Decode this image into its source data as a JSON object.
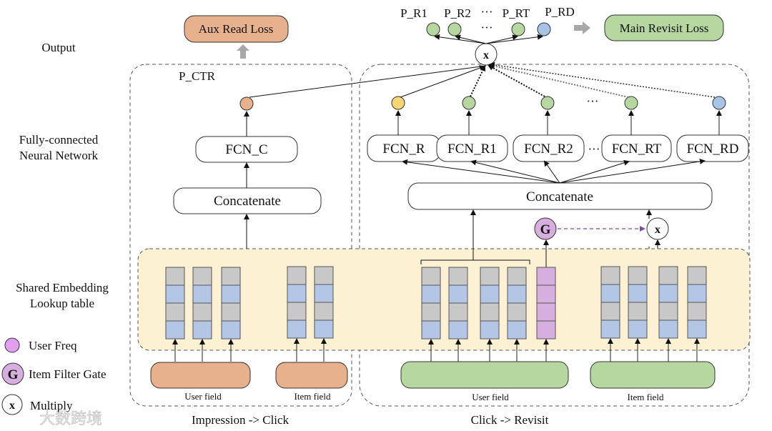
{
  "side_labels": {
    "output": "Output",
    "fcn_line1": "Fully-connected",
    "fcn_line2": "Neural Network",
    "emb_line1": "Shared Embedding",
    "emb_line2": "Lookup table"
  },
  "legend": [
    {
      "symbol": "",
      "label": "User Freq",
      "color": "#e29ef0"
    },
    {
      "symbol": "G",
      "label": "Item Filter Gate",
      "color": "#d5aee6"
    },
    {
      "symbol": "x",
      "label": "Multiply",
      "color": "#ffffff"
    }
  ],
  "left_panel": {
    "loss_label": "Aux Read Loss",
    "output_label": "P_CTR",
    "fcn_label": "FCN_C",
    "concat_label": "Concatenate",
    "user_field_label": "User field",
    "item_field_label": "Item field",
    "caption": "Impression -> Click",
    "user_field_count": 3,
    "item_field_count": 2
  },
  "right_panel": {
    "outputs": [
      "P_R1",
      "P_R2",
      "···",
      "P_RT",
      "P_RD"
    ],
    "ellipsis": "···",
    "multiply_symbol": "x",
    "loss_label": "Main Revisit Loss",
    "fcn_labels": [
      "FCN_R",
      "FCN_R1",
      "FCN_R2",
      "FCN_RT",
      "FCN_RD"
    ],
    "concat_label": "Concatenate",
    "gate_symbol": "G",
    "user_field_label": "User field",
    "item_field_label": "Item field",
    "caption": "Click -> Revisit",
    "user_field_count": 5,
    "item_field_count": 4
  },
  "colors": {
    "orange": "#e8b18e",
    "green": "#b6d7a0",
    "blue": "#a7c3e6",
    "yellow": "#f7d775",
    "purple": "#d6aee0",
    "pink": "#e29ef0",
    "emb_bg": "#fcf1d2",
    "emb_gray": "#c8c8c8",
    "emb_blue": "#b4c6e6"
  },
  "watermark": "大数跨境"
}
